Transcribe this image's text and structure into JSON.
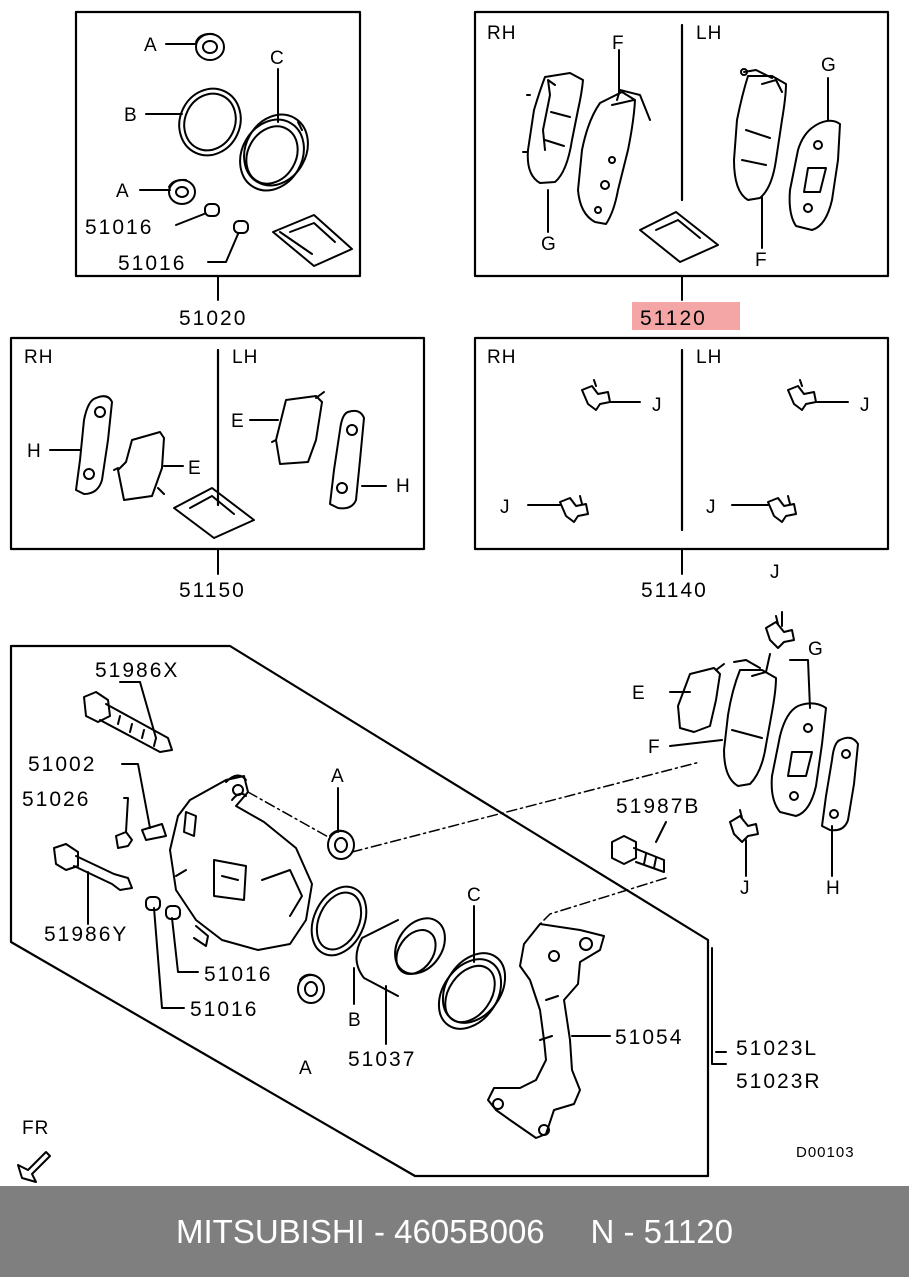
{
  "boxes": {
    "kit_51020": {
      "part": "51020",
      "labels": {
        "a1": "A",
        "b": "B",
        "c": "C",
        "a2": "A",
        "p1": "51016",
        "p2": "51016"
      }
    },
    "kit_51120": {
      "part": "51120",
      "rh": "RH",
      "lh": "LH",
      "labels": {
        "f1": "F",
        "g1": "G",
        "g2": "G",
        "f2": "F"
      }
    },
    "kit_51150": {
      "part": "51150",
      "rh": "RH",
      "lh": "LH",
      "labels": {
        "h1": "H",
        "e1": "E",
        "e2": "E",
        "h2": "H"
      }
    },
    "kit_51140": {
      "part": "51140",
      "rh": "RH",
      "lh": "LH",
      "labels": {
        "j1": "J",
        "j2": "J",
        "j3": "J",
        "j4": "J"
      }
    }
  },
  "assembly": {
    "labels": {
      "p51986x": "51986X",
      "p51002": "51002",
      "p51026": "51026",
      "p51986y": "51986Y",
      "p51016a": "51016",
      "p51016b": "51016",
      "a_top": "A",
      "a_bot": "A",
      "b": "B",
      "p51037": "51037",
      "c": "C",
      "p51054": "51054",
      "p51023l": "51023L",
      "p51023r": "51023R",
      "j_top": "J",
      "g": "G",
      "e": "E",
      "f": "F",
      "p51987b": "51987B",
      "h": "H",
      "j_bot": "J"
    },
    "fr": "FR",
    "drawing_code": "D00103"
  },
  "highlight_color": "#f4a6a6",
  "footer": {
    "text": "MITSUBISHI - 4605B006     N - 51120"
  }
}
